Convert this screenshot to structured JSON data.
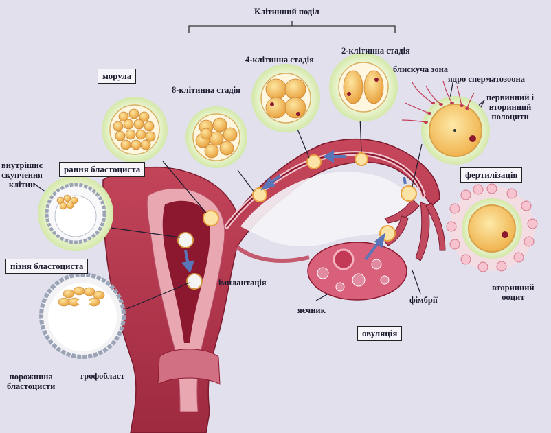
{
  "labels": {
    "cell_division": "Клітинний поділ",
    "two_cell": "2-клітинна стадія",
    "four_cell": "4-клітинна стадія",
    "eight_cell": "8-клітинна стадія",
    "morula": "морула",
    "zona": "блискуча зона",
    "sperm_nucleus": "ядро сперматозоона",
    "polocytes": "первинний і\nвторинний\nполоцити",
    "fertilization": "фертилізація",
    "inner_mass": "внутрішнє\nскупчення\nклітин",
    "early_blastocyst": "рання бластоциста",
    "late_blastocyst": "пізня бластоциста",
    "implantation": "імплантація",
    "ovary": "яєчник",
    "fimbriae": "фімбрії",
    "secondary_oocyte": "вторинний\nооцит",
    "ovulation": "овуляція",
    "cavity": "порожнина\nбластоцисти",
    "trophoblast": "трофобласт"
  },
  "colors": {
    "background": "#e2e0ec",
    "tissue_outer": "#c24a5f",
    "tissue_dark": "#9e1f3a",
    "tissue_inner": "#e9a7b1",
    "halo": "#e4f2c7",
    "cell_yellow": "#f5c46a",
    "arrow": "#5a76b8"
  }
}
